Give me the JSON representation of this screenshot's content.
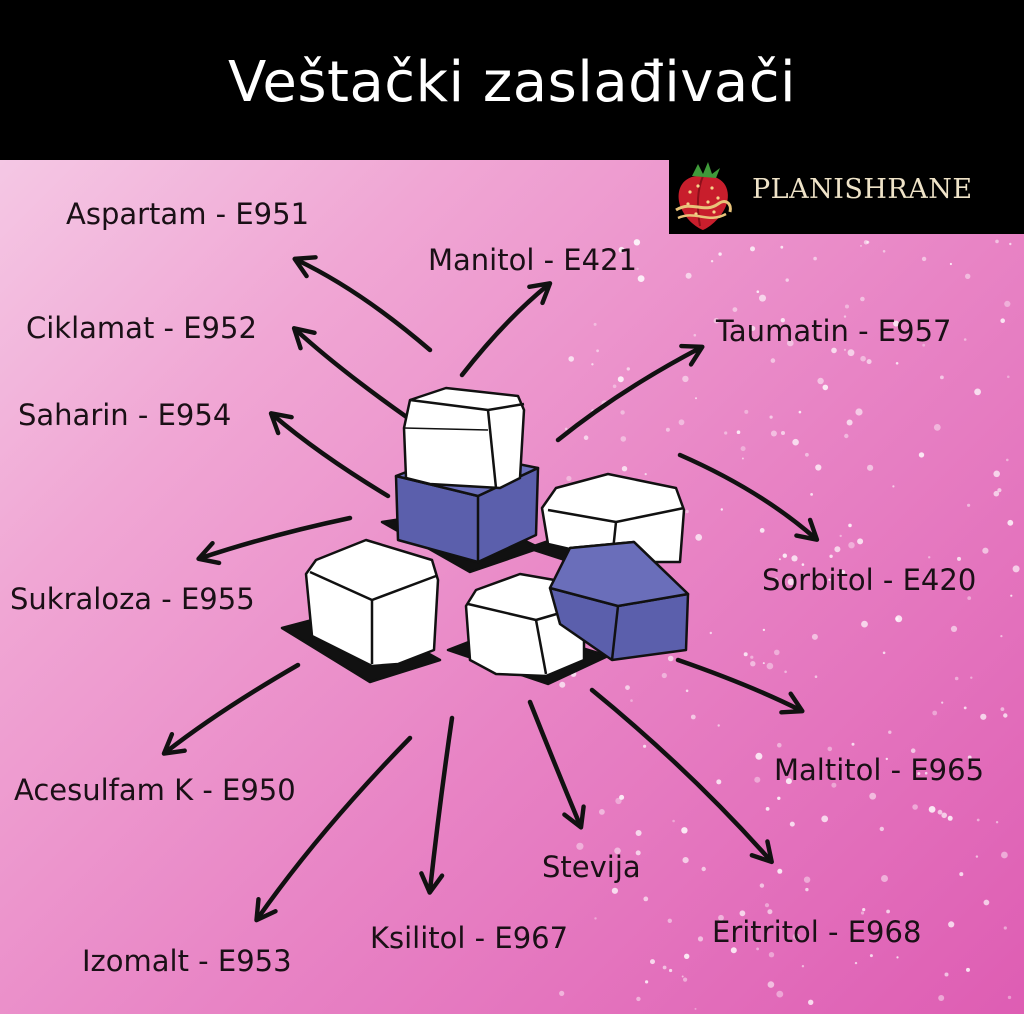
{
  "title": "Veštački zaslađivači",
  "brand": {
    "name": "PLANISHRANE",
    "logo_icon": "strawberry-icon"
  },
  "colors": {
    "header": "#000000",
    "title_text": "#ffffff",
    "background_from": "#f6d3ea",
    "background_to": "#de5db3",
    "cube_white": "#ffffff",
    "cube_blue": "#5b5fac",
    "arrow": "#111111"
  },
  "labels": {
    "aspartam": "Aspartam - E951",
    "ciklamat": "Ciklamat - E952",
    "saharin": "Saharin - E954",
    "sukraloza": "Sukraloza - E955",
    "acesulfam": "Acesulfam K - E950",
    "izomalt": "Izomalt - E953",
    "ksilitol": "Ksilitol - E967",
    "stevija": "Stevija",
    "eritritol": "Eritritol - E968",
    "maltitol": "Maltitol - E965",
    "sorbitol": "Sorbitol - E420",
    "taumatin": "Taumatin - E957",
    "manitol": "Manitol - E421"
  }
}
